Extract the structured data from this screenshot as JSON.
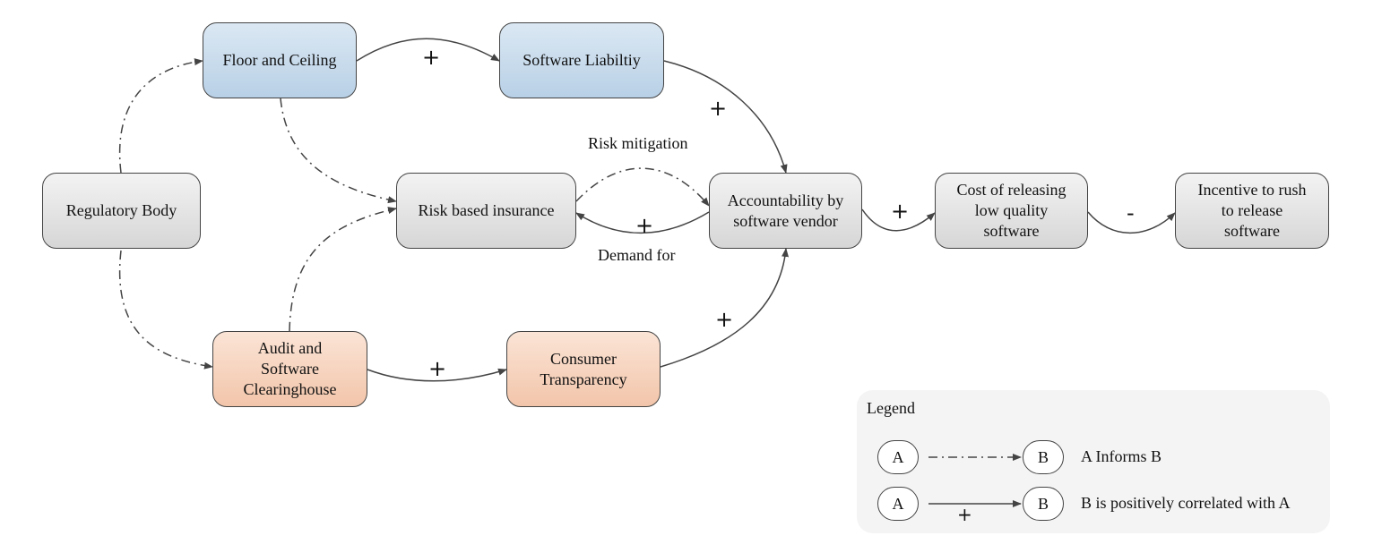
{
  "nodes": {
    "floor_ceiling": "Floor and Ceiling",
    "software_liability": "Software Liabiltiy",
    "regulatory_body": "Regulatory Body",
    "risk_insurance": "Risk based insurance",
    "accountability": "Accountability by\nsoftware vendor",
    "cost_releasing": "Cost of releasing\nlow quality\nsoftware",
    "incentive_rush": "Incentive to rush\nto release\nsoftware",
    "audit_clearinghouse": "Audit and\nSoftware\nClearinghouse",
    "consumer_transparency": "Consumer\nTransparency"
  },
  "edge_labels": {
    "risk_mitigation": "Risk mitigation",
    "demand_for": "Demand for"
  },
  "signs": {
    "floor_to_liability": "+",
    "liability_to_accountability": "+",
    "accountability_to_insurance": "+",
    "accountability_to_cost": "+",
    "cost_to_incentive": "-",
    "audit_to_transparency": "+",
    "transparency_to_accountability": "+"
  },
  "legend": {
    "title": "Legend",
    "row1": {
      "a": "A",
      "b": "B",
      "text": "A Informs B"
    },
    "row2": {
      "a": "A",
      "b": "B",
      "sign": "+",
      "text": "B is positively correlated with A"
    }
  },
  "colors": {
    "regulation": "#c6dbec",
    "neutral": "#e2e2e2",
    "transparency": "#f5d0b8",
    "stroke": "#444444"
  }
}
